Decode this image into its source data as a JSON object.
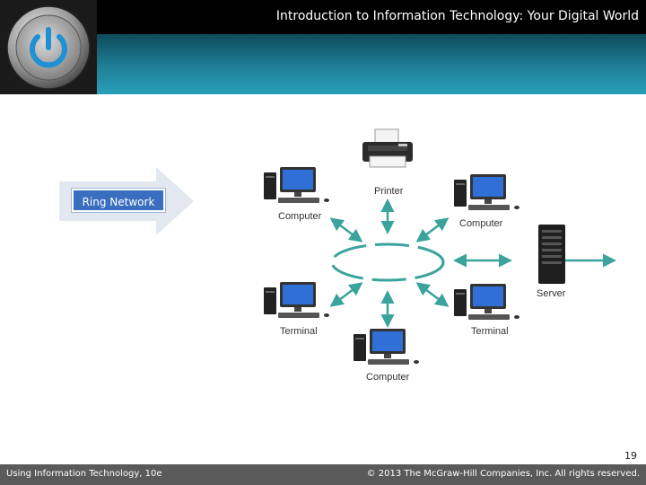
{
  "header": {
    "title": "Introduction to Information Technology: Your Digital World"
  },
  "logo": {
    "icon": "power-button-icon"
  },
  "slide": {
    "arrow_label": "Ring Network",
    "page_number": "19"
  },
  "diagram": {
    "nodes": {
      "printer": "Printer",
      "computer_top_left": "Computer",
      "computer_top_right": "Computer",
      "server": "Server",
      "terminal_left": "Terminal",
      "terminal_right": "Terminal",
      "computer_bottom": "Computer"
    },
    "colors": {
      "arrow": "#3aa39b"
    }
  },
  "footer": {
    "left_text": "Using Information Technology, 10e",
    "right_text": "© 2013 The McGraw-Hill Companies, Inc. All rights reserved."
  }
}
